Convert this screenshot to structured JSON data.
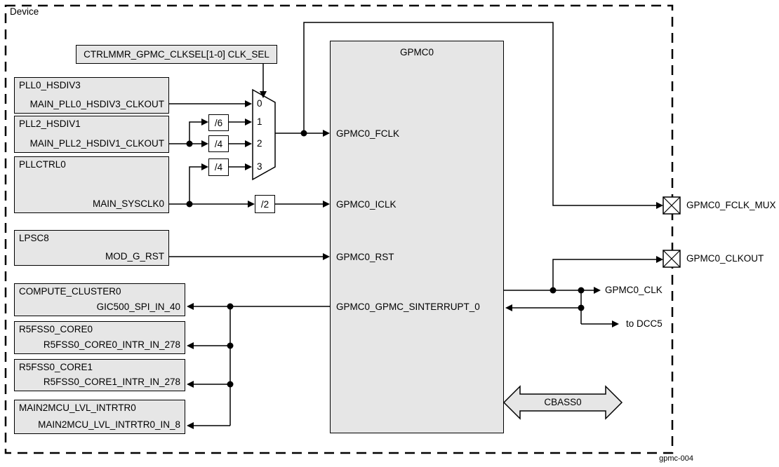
{
  "diagram": {
    "device_label": "Device",
    "figure_id": "gpmc-004",
    "clk_sel_box": "CTRLMMR_GPMC_CLKSEL[1-0] CLK_SEL",
    "colors": {
      "block_fill": "#e6e6e6",
      "line": "#000000",
      "background": "#ffffff"
    },
    "source_blocks": [
      {
        "title": "PLL0_HSDIV3",
        "port": "MAIN_PLL0_HSDIV3_CLKOUT"
      },
      {
        "title": "PLL2_HSDIV1",
        "port": "MAIN_PLL2_HSDIV1_CLKOUT"
      },
      {
        "title": "PLLCTRL0",
        "port": "MAIN_SYSCLK0"
      },
      {
        "title": "LPSC8",
        "port": "MOD_G_RST"
      }
    ],
    "interrupt_blocks": [
      {
        "title": "COMPUTE_CLUSTER0",
        "port": "GIC500_SPI_IN_40"
      },
      {
        "title": "R5FSS0_CORE0",
        "port": "R5FSS0_CORE0_INTR_IN_278"
      },
      {
        "title": "R5FSS0_CORE1",
        "port": "R5FSS0_CORE1_INTR_IN_278"
      },
      {
        "title": "MAIN2MCU_LVL_INTRTR0",
        "port": "MAIN2MCU_LVL_INTRTR0_IN_8"
      }
    ],
    "dividers": [
      "/6",
      "/4",
      "/4",
      "/2"
    ],
    "mux_inputs": [
      "0",
      "1",
      "2",
      "3"
    ],
    "gpmc": {
      "title": "GPMC0",
      "ports": [
        "GPMC0_FCLK",
        "GPMC0_ICLK",
        "GPMC0_RST",
        "GPMC0_GPMC_SINTERRUPT_0"
      ]
    },
    "outputs": {
      "fclk_mux": "GPMC0_FCLK_MUX",
      "clkout": "GPMC0_CLKOUT",
      "clk": "GPMC0_CLK",
      "dcc": "to DCC5",
      "bus": "CBASS0"
    }
  }
}
